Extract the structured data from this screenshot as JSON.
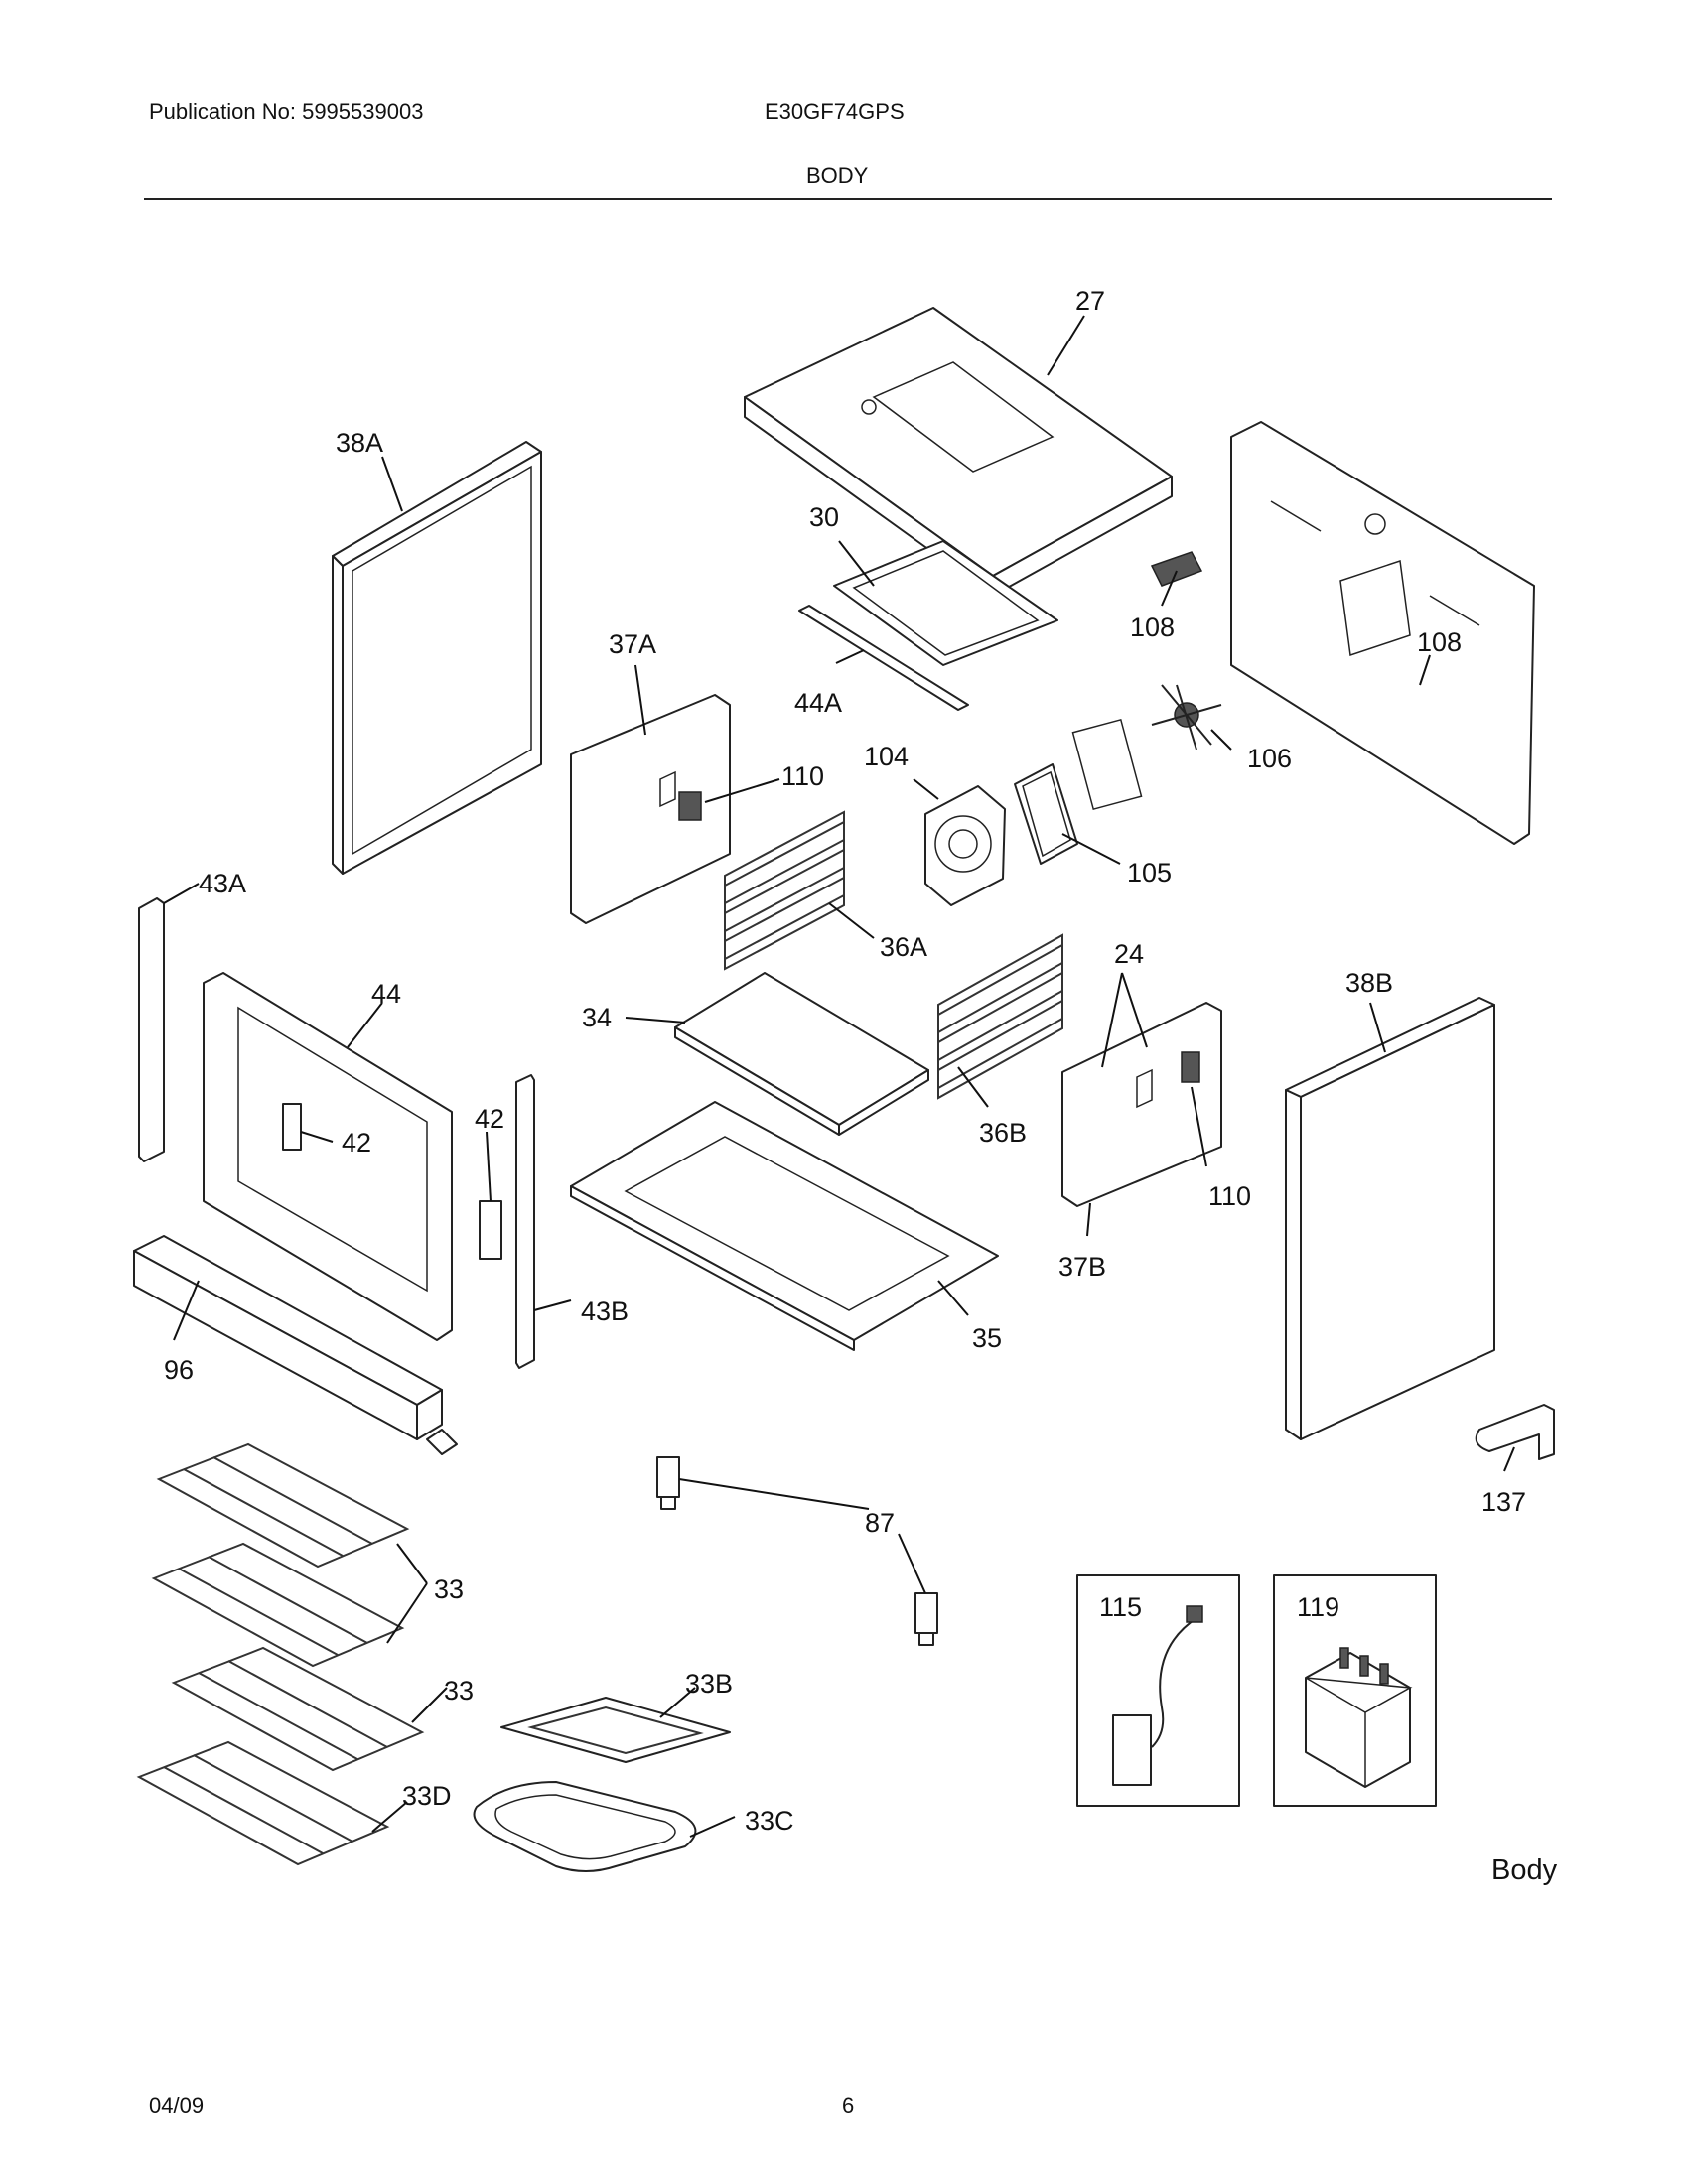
{
  "header": {
    "publication": "Publication No: 5995539003",
    "model": "E30GF74GPS",
    "section_title": "BODY"
  },
  "footer": {
    "date": "04/09",
    "page_number": "6"
  },
  "diagram": {
    "caption": "Body",
    "callouts": {
      "p27": "27",
      "p38A": "38A",
      "p30": "30",
      "p108a": "108",
      "p108b": "108",
      "p37A": "37A",
      "p44A": "44A",
      "p110a": "110",
      "p104": "104",
      "p106": "106",
      "p105": "105",
      "p43A": "43A",
      "p36A": "36A",
      "p24": "24",
      "p44": "44",
      "p34": "34",
      "p38B": "38B",
      "p42a": "42",
      "p42b": "42",
      "p36B": "36B",
      "p110b": "110",
      "p37B": "37B",
      "p43B": "43B",
      "p35": "35",
      "p96": "96",
      "p137": "137",
      "p87": "87",
      "p33a": "33",
      "p115": "115",
      "p119": "119",
      "p33b": "33",
      "p33B": "33B",
      "p33D": "33D",
      "p33C": "33C"
    }
  }
}
